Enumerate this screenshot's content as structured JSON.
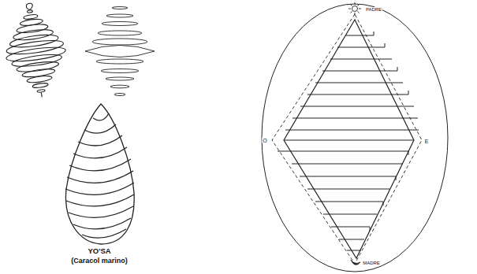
{
  "diagram": {
    "labels": [
      "YO'SA",
      "(Caracol marino)",
      "PADRE",
      "O",
      "E",
      "MADRE"
    ]
  }
}
